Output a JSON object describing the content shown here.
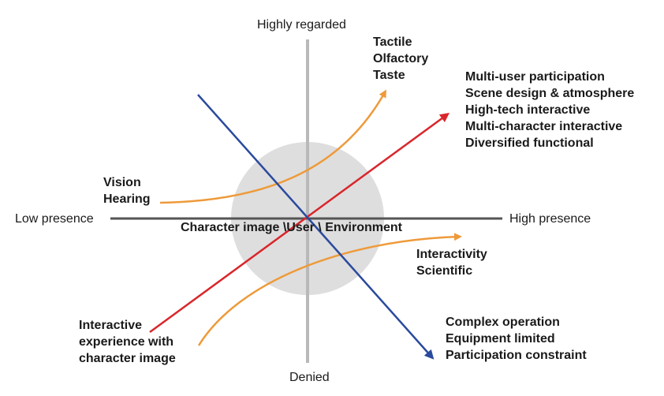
{
  "axes": {
    "top": "Highly regarded",
    "bottom": "Denied",
    "left": "Low presence",
    "right": "High presence"
  },
  "center_label": "Character image \\User \\ Environment",
  "groups": {
    "senses_top": [
      "Tactile",
      "Olfactory",
      "Taste"
    ],
    "senses_left": [
      "Vision",
      "Hearing"
    ],
    "features": [
      "Multi-user participation",
      "Scene design & atmosphere",
      "High-tech interactive",
      "Multi-character interactive",
      "Diversified functional"
    ],
    "interactivity": [
      "Interactivity",
      "Scientific"
    ],
    "constraints": [
      "Complex operation",
      "Equipment limited",
      "Participation constraint"
    ],
    "experience": [
      "Interactive",
      "experience with",
      "character image"
    ]
  },
  "colors": {
    "axis": "#555555",
    "vertical_axis": "#b9b9b9",
    "circle": "#dedede",
    "orange": "#ee9a3a",
    "red": "#d9262b",
    "blue": "#2b4a9e"
  }
}
